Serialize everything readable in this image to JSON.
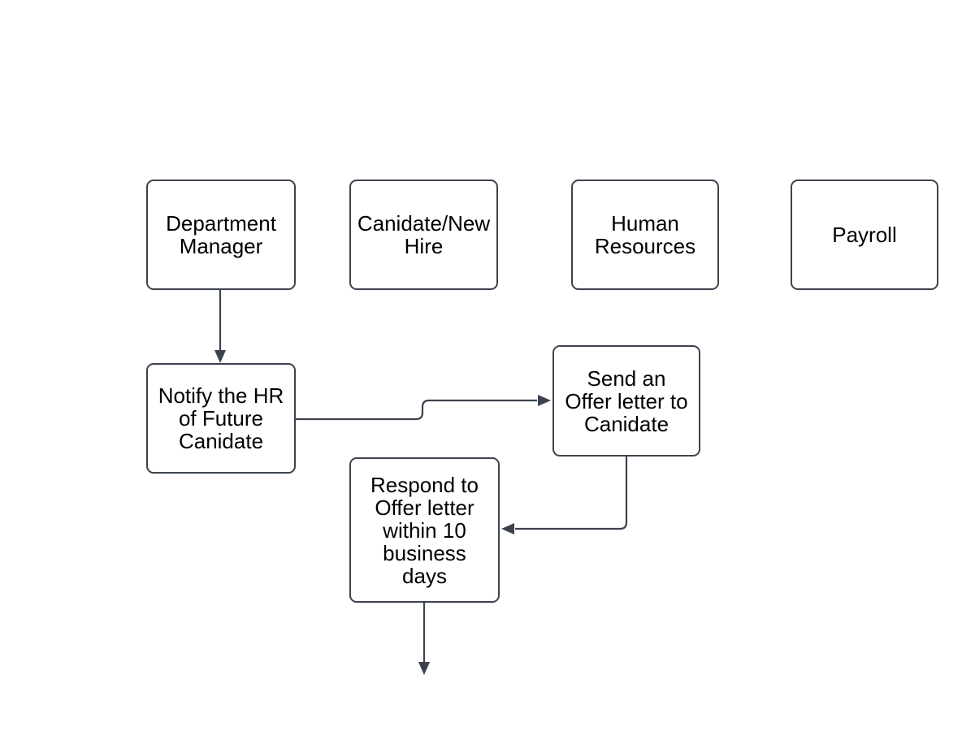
{
  "diagram": {
    "type": "flowchart",
    "colors": {
      "background": "#ffffff",
      "node_fill": "#ffffff",
      "node_border": "#3c434e",
      "connector": "#3c434e",
      "text": "#000000"
    },
    "nodes": [
      {
        "id": "department-manager",
        "label": "Department\nManager"
      },
      {
        "id": "candidate-new-hire",
        "label": "Canidate/New\nHire"
      },
      {
        "id": "human-resources",
        "label": "Human\nResources"
      },
      {
        "id": "payroll",
        "label": "Payroll"
      },
      {
        "id": "notify-hr",
        "label": "Notify the HR\nof Future\nCanidate"
      },
      {
        "id": "send-offer-letter",
        "label": "Send an\nOffer letter to\nCanidate"
      },
      {
        "id": "respond-offer-letter",
        "label": "Respond to\nOffer letter\nwithin 10\nbusiness\ndays"
      }
    ],
    "connectors": [
      {
        "from": "department-manager",
        "to": "notify-hr",
        "direction": "down"
      },
      {
        "from": "notify-hr",
        "to": "send-offer-letter",
        "direction": "right"
      },
      {
        "from": "send-offer-letter",
        "to": "respond-offer-letter",
        "direction": "down-left"
      },
      {
        "from": "respond-offer-letter",
        "to": "",
        "direction": "down"
      }
    ]
  }
}
